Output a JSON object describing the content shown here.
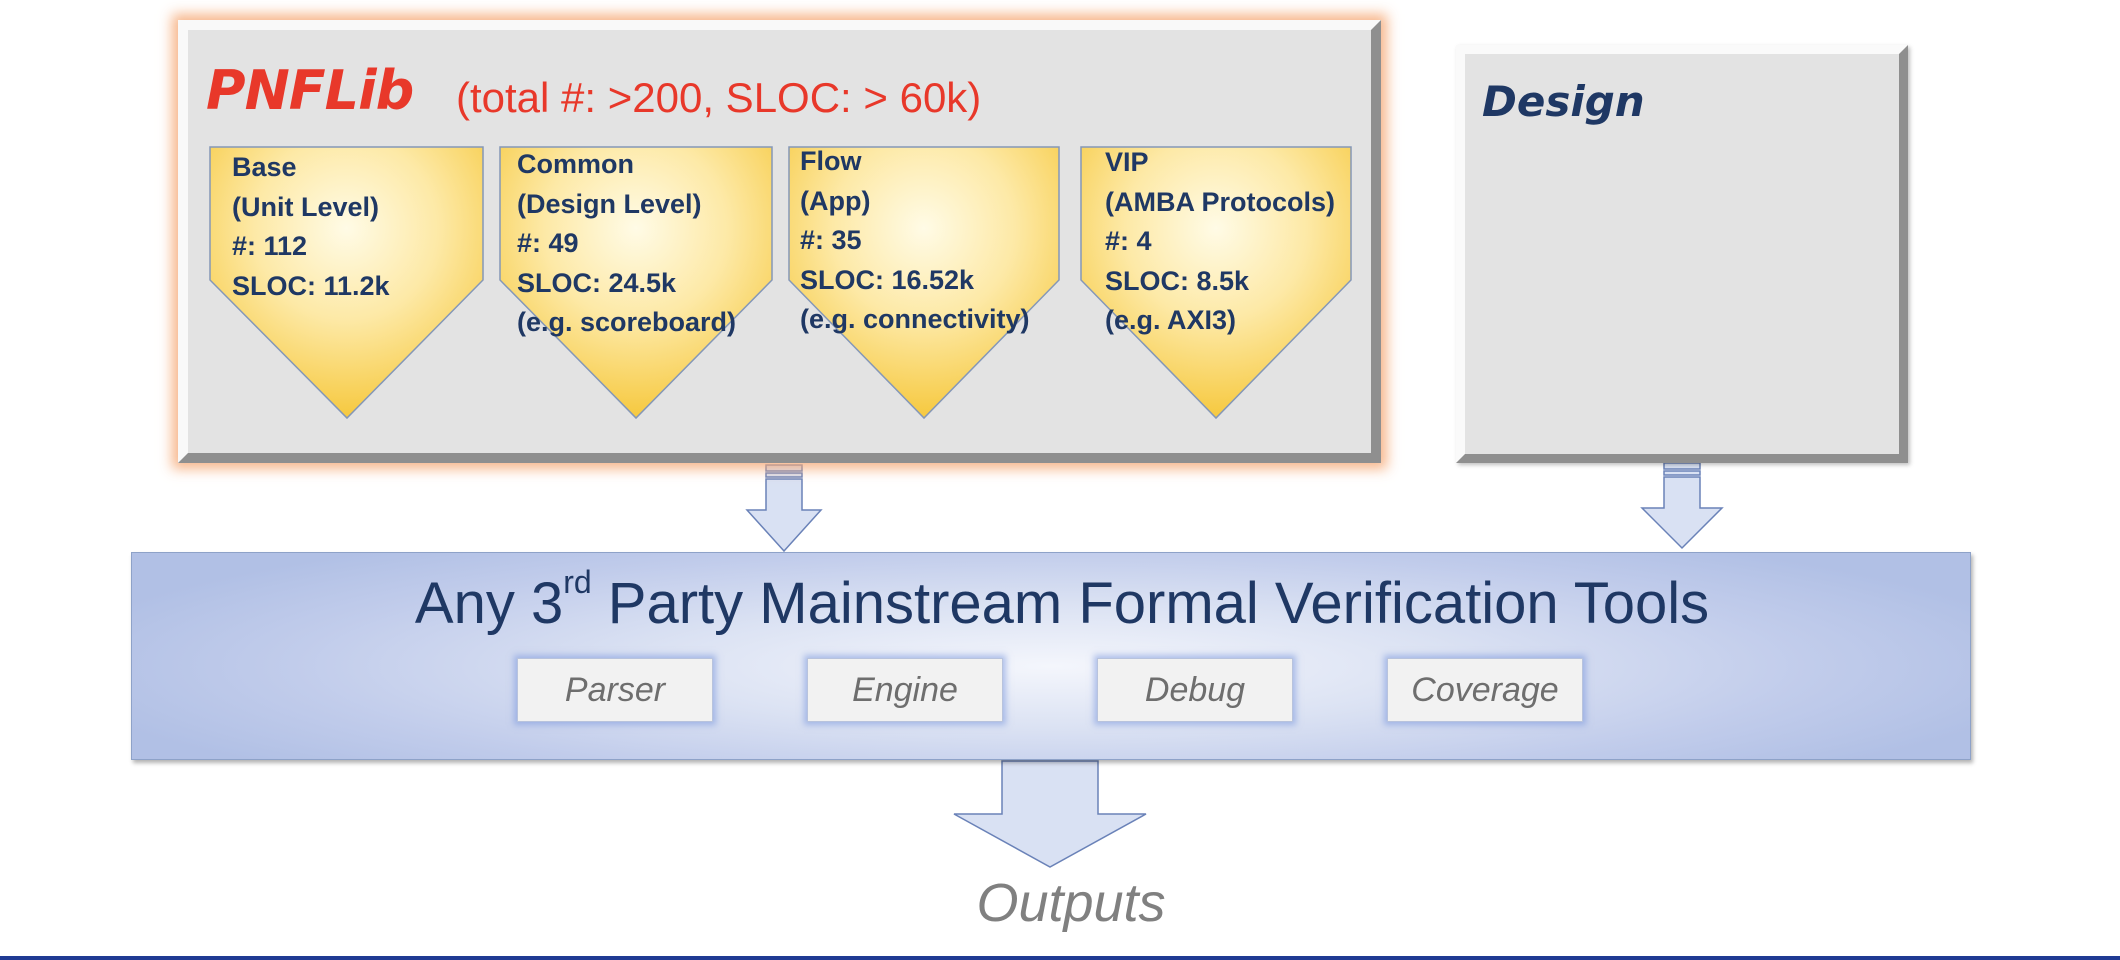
{
  "pnflib": {
    "name": "PNFLib",
    "summary": "(total #: >200, SLOC: > 60k)",
    "cards": [
      {
        "lines": [
          "Base",
          "(Unit Level)",
          "#: 112",
          "SLOC: 11.2k"
        ]
      },
      {
        "lines": [
          "Common",
          "(Design Level)",
          "#: 49",
          "SLOC: 24.5k",
          "(e.g. scoreboard)"
        ]
      },
      {
        "lines": [
          "Flow",
          "(App)",
          "#: 35",
          "SLOC: 16.52k",
          "(e.g. connectivity)"
        ]
      },
      {
        "lines": [
          "VIP",
          "(AMBA Protocols)",
          "#: 4",
          "SLOC: 8.5k",
          "(e.g. AXI3)"
        ]
      }
    ]
  },
  "design": {
    "title": "Design"
  },
  "tools": {
    "title_prefix": "Any 3",
    "title_sup": "rd",
    "title_suffix": " Party Mainstream Formal Verification Tools",
    "items": [
      "Parser",
      "Engine",
      "Debug",
      "Coverage"
    ]
  },
  "outputs": {
    "label": "Outputs"
  },
  "colors": {
    "pnflib_red": "#e8382a",
    "navy_text": "#1f3864",
    "card_gold": "#f5c430",
    "card_light": "#fffbe6",
    "band_blue": "#b1c0e5",
    "arrow_fill": "#d9e1f3",
    "arrow_stroke": "#6a82b8",
    "bottom_rule": "#1f3a93"
  }
}
